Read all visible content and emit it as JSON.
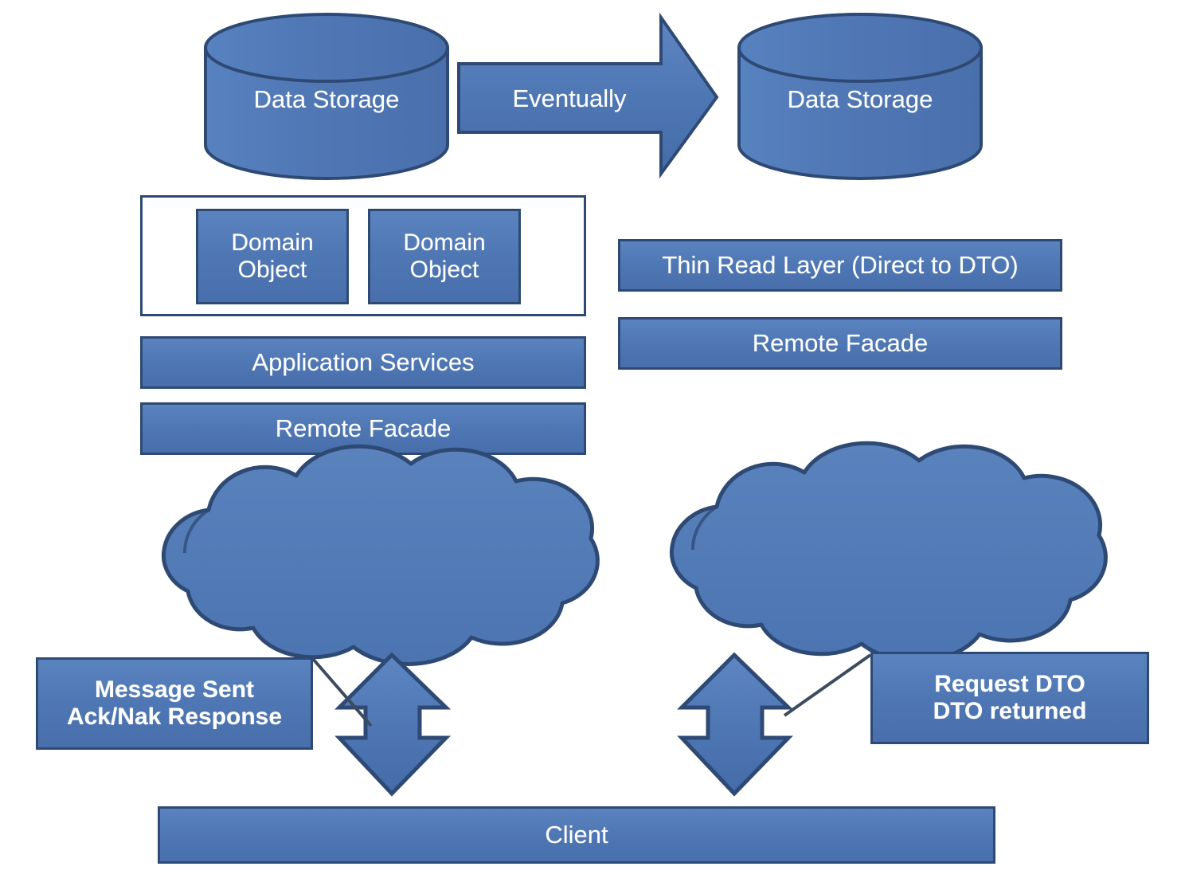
{
  "diagram": {
    "title": "CQRS Architecture Diagram",
    "colors": {
      "shape_fill": "#4F77B4",
      "shape_fill_light": "#5A83BF",
      "shape_stroke": "#2E4A74",
      "label_text": "#FFFFFF",
      "background": "#FFFFFF",
      "leader_line": "#3C4C5E"
    },
    "top_row": {
      "write_store": {
        "label": "Data Storage",
        "icon": "database-cylinder-icon"
      },
      "sync_arrow": {
        "label": "Eventually",
        "icon": "right-arrow-icon"
      },
      "read_store": {
        "label": "Data Storage",
        "icon": "database-cylinder-icon"
      }
    },
    "write_side": {
      "domain_objects": [
        {
          "label": "Domain\nObject"
        },
        {
          "label": "Domain\nObject"
        }
      ],
      "layers": [
        {
          "label": "Application Services"
        },
        {
          "label": "Remote Facade"
        }
      ],
      "transport": {
        "label": "",
        "icon": "cloud-icon"
      },
      "connector": {
        "icon": "up-down-arrow-icon"
      },
      "callout": {
        "label": "Message Sent\nAck/Nak Response"
      }
    },
    "read_side": {
      "layers": [
        {
          "label": "Thin Read Layer (Direct to DTO)"
        },
        {
          "label": "Remote Facade"
        }
      ],
      "transport": {
        "label": "",
        "icon": "cloud-icon"
      },
      "connector": {
        "icon": "up-down-arrow-icon"
      },
      "callout": {
        "label": "Request DTO\nDTO returned"
      }
    },
    "client": {
      "label": "Client"
    }
  }
}
